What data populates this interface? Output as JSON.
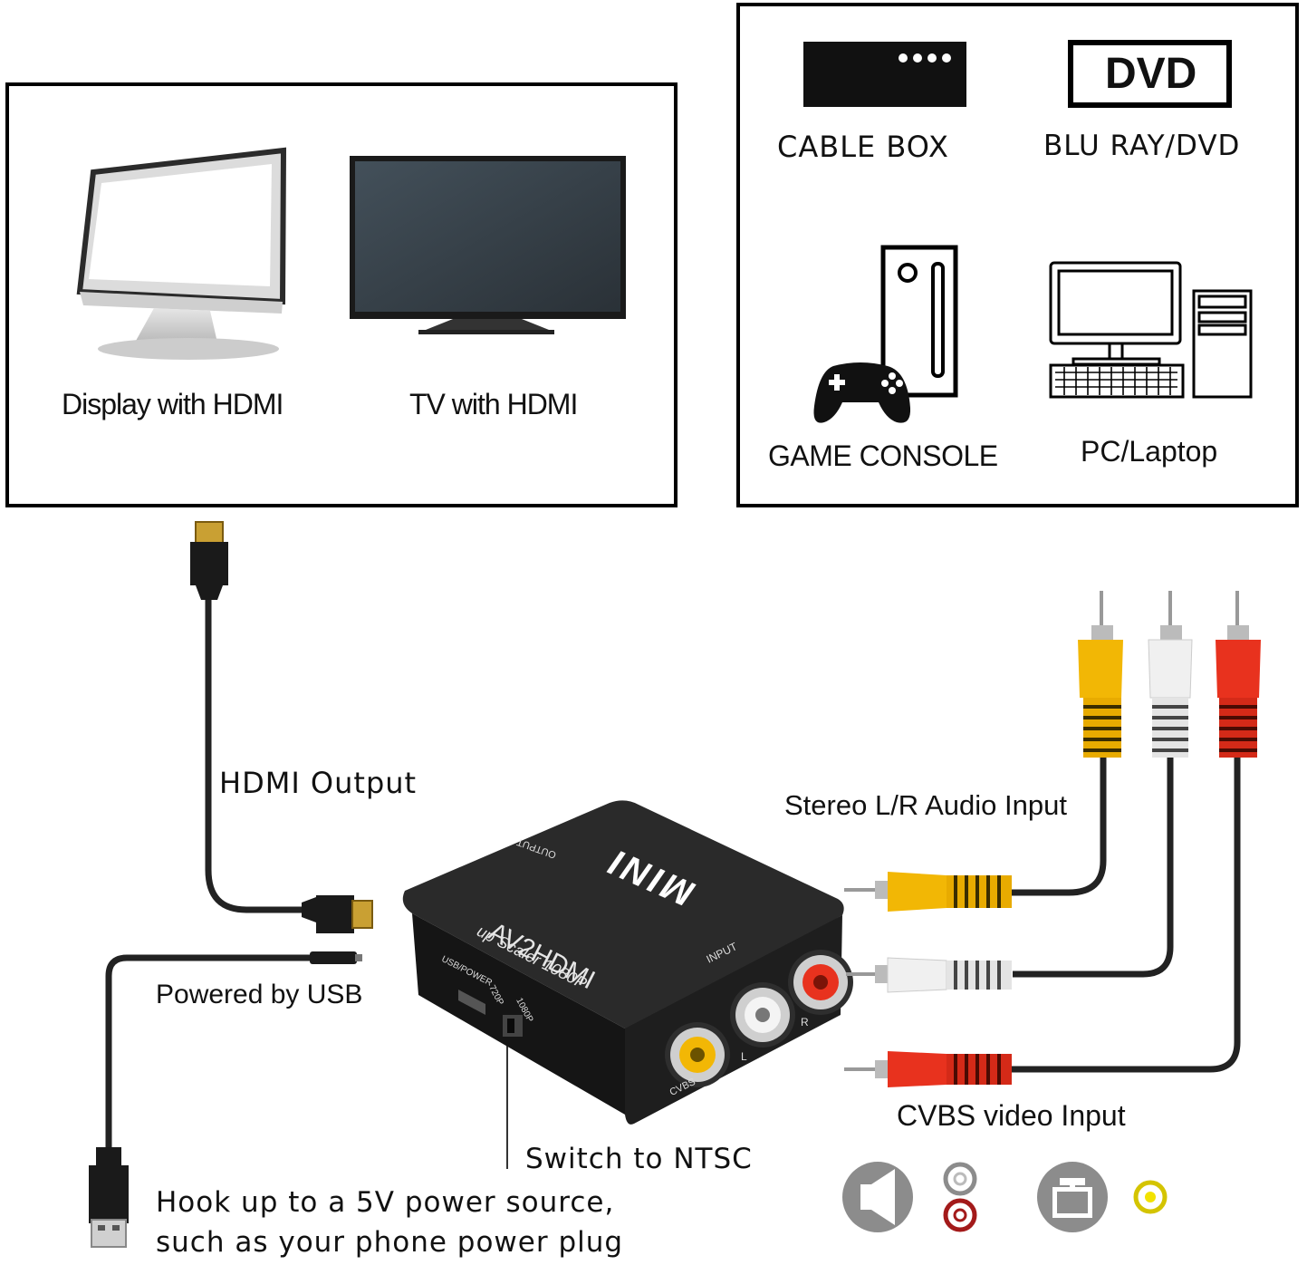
{
  "output_panel": {
    "display_label": "Display with HDMI",
    "tv_label": "TV with HDMI"
  },
  "source_panel": {
    "cable_box_label": "CABLE BOX",
    "dvd_badge": "DVD",
    "bluray_label": "BLU RAY/DVD",
    "game_console_label": "GAME CONSOLE",
    "pc_label": "PC/Laptop"
  },
  "device": {
    "brand": "MINI",
    "model": "AV2HDMI",
    "subtitle": "up Scaler 1080P",
    "output_port": "OUTPUT",
    "input_port": "INPUT",
    "usb_port": "USB/POWER",
    "mode_720": "720P",
    "mode_1080": "1080P",
    "jack_l": "L",
    "jack_r": "R",
    "jack_cvbs": "CVBS"
  },
  "callouts": {
    "hdmi_output": "HDMI Output",
    "powered_usb": "Powered by USB",
    "switch_ntsc": "Switch to NTSC",
    "hook_line1": "Hook up to a 5V power source,",
    "hook_line2": "such as your phone power plug",
    "stereo_input": "Stereo L/R Audio Input",
    "cvbs_input": "CVBS video Input"
  },
  "colors": {
    "rca_yellow": "#f2b705",
    "rca_white": "#eeeeee",
    "rca_red": "#e8321e",
    "device_body": "#1c1c1c",
    "icon_gray": "#8c8c8c"
  },
  "icons": [
    "monitor-icon",
    "tv-icon",
    "cable-box-icon",
    "dvd-player-icon",
    "game-console-icon",
    "pc-icon",
    "speaker-icon",
    "audio-jacks-icon",
    "video-screen-icon",
    "video-jack-icon"
  ]
}
